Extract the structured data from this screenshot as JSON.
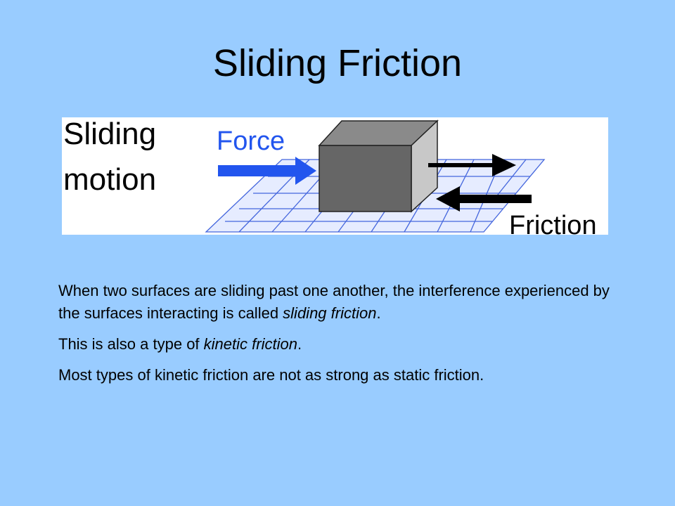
{
  "slide": {
    "title": "Sliding Friction"
  },
  "figure": {
    "label_sliding": "Sliding",
    "label_motion": "motion",
    "label_force": "Force",
    "label_friction": "Friction",
    "colors": {
      "force_arrow": "#2255ee",
      "force_text": "#2255ee",
      "block_front": "#666666",
      "block_top": "#8a8a8a",
      "block_side": "#c8c8c8",
      "grid": "#4466dd",
      "grid_fill": "#e6ecff",
      "arrows": "#000000"
    }
  },
  "content": {
    "p1_before": "When two surfaces are sliding past one another, the interference experienced by the surfaces interacting is called ",
    "p1_em": "sliding friction",
    "p1_after": ".",
    "p2_before": "This is also a type of ",
    "p2_em": "kinetic friction",
    "p2_after": ".",
    "p3": "Most types of kinetic friction are not as strong as static friction."
  }
}
